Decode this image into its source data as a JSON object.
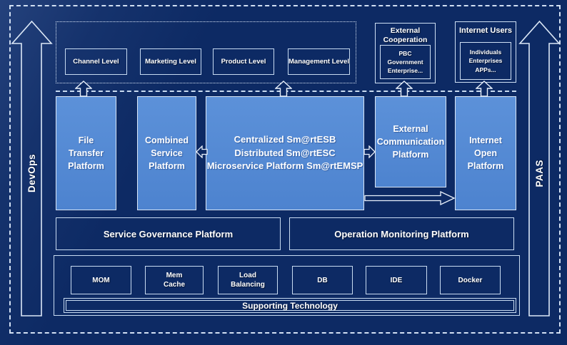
{
  "colors": {
    "background": "#0d2a64",
    "platform_fill": "#548bd4",
    "border_light": "#d9e6f6",
    "border_mid": "#c9dcf2",
    "text": "#ffffff"
  },
  "rails": {
    "left_label": "DevOps",
    "right_label": "PAAS"
  },
  "levels": {
    "items": [
      {
        "label": "Channel Level"
      },
      {
        "label": "Marketing Level"
      },
      {
        "label": "Product Level"
      },
      {
        "label": "Management Level"
      }
    ]
  },
  "external_cooperation": {
    "title": "External\nCooperation",
    "members": "PBC Government\nEnterprise..."
  },
  "internet_users": {
    "title": "Internet Users",
    "members": "Individuals\nEnterprises\nAPPs..."
  },
  "platforms": {
    "file_transfer": "File\nTransfer\nPlatform",
    "combined_service": "Combined\nService\nPlatform",
    "esb": "Centralized Sm@rtESB\nDistributed Sm@rtESC\nMicroservice Platform Sm@rtEMSP",
    "external_communication": "External\nCommunication\nPlatform",
    "internet_open": "Internet\nOpen\nPlatform"
  },
  "governance": {
    "service_governance": "Service Governance Platform",
    "operation_monitoring": "Operation Monitoring Platform"
  },
  "supporting": {
    "title": "Supporting Technology",
    "items": [
      {
        "label": "MOM"
      },
      {
        "label": "Mem\nCache"
      },
      {
        "label": "Load\nBalancing"
      },
      {
        "label": "DB"
      },
      {
        "label": "IDE"
      },
      {
        "label": "Docker"
      }
    ]
  }
}
